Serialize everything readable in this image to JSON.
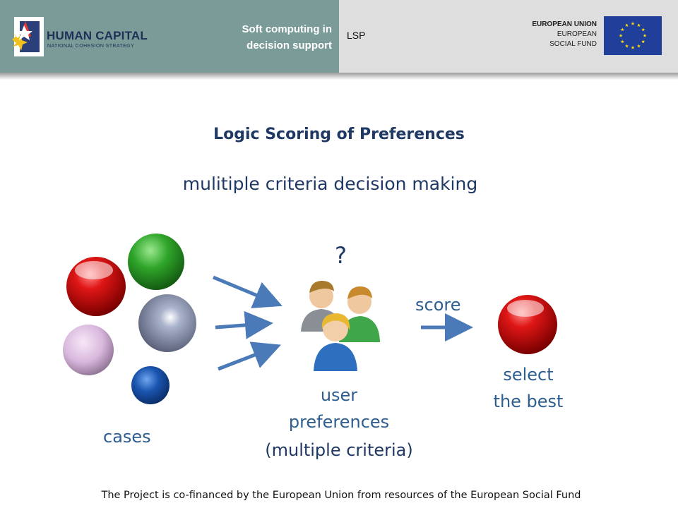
{
  "header": {
    "logo_title": "HUMAN CAPITAL",
    "logo_subtitle": "NATIONAL COHESION STRATEGY",
    "course_line1": "Soft computing in",
    "course_line2": "decision support",
    "topic": "LSP",
    "eu_line1": "EUROPEAN UNION",
    "eu_line2": "EUROPEAN",
    "eu_line3": "SOCIAL FUND",
    "left_bg": "#7a9b98",
    "right_bg": "#dedede"
  },
  "slide": {
    "title": "Logic Scoring of Preferences",
    "subtitle": "mulitiple criteria decision making"
  },
  "diagram": {
    "question_mark": "?",
    "score_label": "score",
    "cases_label": "cases",
    "user_line1": "user",
    "user_line2": "preferences",
    "criteria_label": "(multiple criteria)",
    "select_line1": "select",
    "select_line2": "the best",
    "arrow_color": "#4a7ab8",
    "text_color": "#2e5e8f",
    "icons": [
      "red-sphere-icon",
      "green-sphere-icon",
      "grey-sphere-icon",
      "pink-sphere-icon",
      "blue-sphere-icon",
      "users-group-icon"
    ]
  },
  "footer": {
    "text": "The Project is co-financed by the European Union from resources of the European Social Fund"
  }
}
